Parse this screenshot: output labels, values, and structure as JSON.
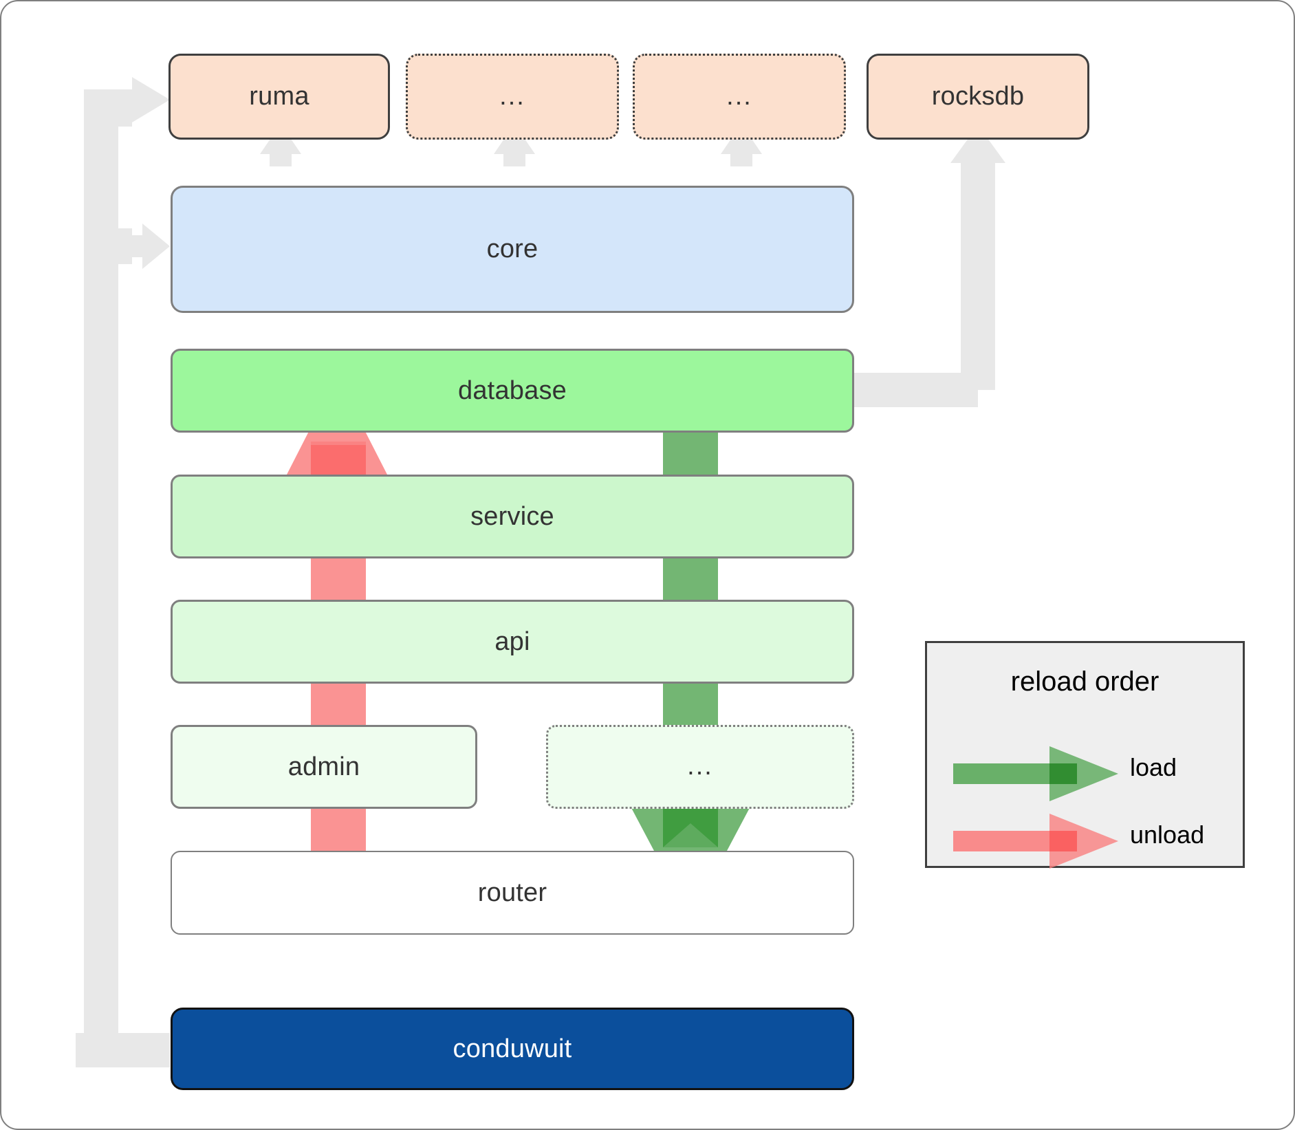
{
  "diagram": {
    "title": "conduwuit crate / module dependency and reload-order diagram",
    "background": "#ffffff",
    "border_color": "#7f7f7f"
  },
  "dependencies": [
    {
      "id": "ruma",
      "label": "ruma",
      "style": "solid",
      "fill": "#fce0ce"
    },
    {
      "id": "dep-a",
      "label": "...",
      "style": "dotted",
      "fill": "#fce0ce"
    },
    {
      "id": "dep-b",
      "label": "...",
      "style": "dotted",
      "fill": "#fce0ce"
    },
    {
      "id": "rocksdb",
      "label": "rocksdb",
      "style": "solid",
      "fill": "#fce0ce"
    }
  ],
  "layers": [
    {
      "id": "core",
      "label": "core",
      "fill": "#d4e6fa",
      "style": "solid"
    },
    {
      "id": "database",
      "label": "database",
      "fill": "#9cf79c",
      "style": "solid"
    },
    {
      "id": "service",
      "label": "service",
      "fill": "#ccf7cc",
      "style": "solid"
    },
    {
      "id": "api",
      "label": "api",
      "fill": "#ddfadd",
      "style": "solid"
    },
    {
      "id": "admin",
      "label": "admin",
      "fill": "#effdef",
      "style": "solid"
    },
    {
      "id": "more",
      "label": "...",
      "fill": "#effdef",
      "style": "dotted"
    },
    {
      "id": "router",
      "label": "router",
      "fill": "#ffffff",
      "style": "solid"
    }
  ],
  "root": {
    "id": "conduwuit",
    "label": "conduwuit",
    "fill": "#0b4f9c",
    "text_color": "#ffffff"
  },
  "legend": {
    "title": "reload order",
    "background": "#efefef",
    "border_color": "#3f3f3f",
    "entries": [
      {
        "id": "load",
        "label": "load",
        "color": "#5aa95a"
      },
      {
        "id": "unload",
        "label": "unload",
        "color": "#f98080"
      }
    ]
  },
  "flow_arrows": [
    {
      "id": "unload-arrow",
      "label": "unload",
      "direction": "up",
      "color": "#f98080"
    },
    {
      "id": "load-arrow",
      "label": "load",
      "direction": "down",
      "color": "#5aa95a"
    }
  ],
  "connectors": {
    "color": "#e8e8e8",
    "edges": [
      {
        "from": "conduwuit",
        "to": "ruma"
      },
      {
        "from": "conduwuit",
        "to": "core"
      },
      {
        "from": "core",
        "to": "ruma"
      },
      {
        "from": "core",
        "to": "dep-a"
      },
      {
        "from": "core",
        "to": "dep-b"
      },
      {
        "from": "database",
        "to": "rocksdb"
      }
    ]
  }
}
